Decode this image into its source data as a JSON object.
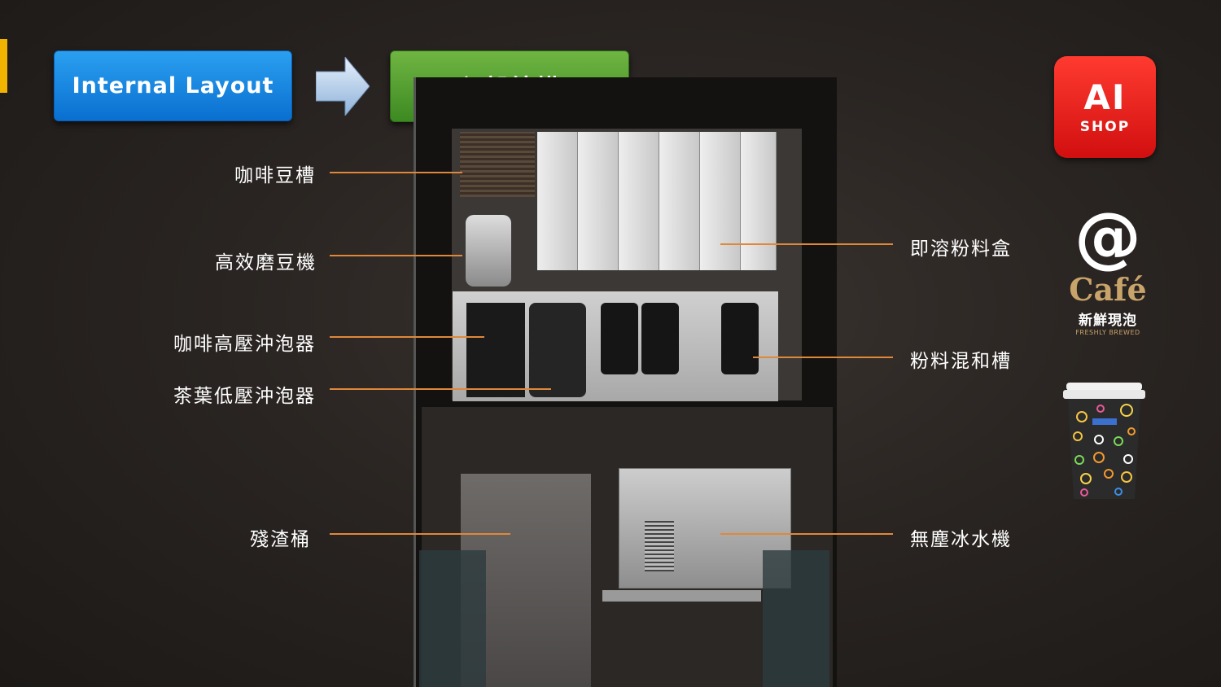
{
  "header": {
    "english_button": "Internal  Layout",
    "chinese_button": "內部結構"
  },
  "labels_left": [
    {
      "text": "咖啡豆槽"
    },
    {
      "text": "高效磨豆機"
    },
    {
      "text": "咖啡高壓沖泡器"
    },
    {
      "text": "茶葉低壓沖泡器"
    },
    {
      "text": "殘渣桶"
    }
  ],
  "labels_right": [
    {
      "text": "即溶粉料盒"
    },
    {
      "text": "粉料混和槽"
    },
    {
      "text": "無塵冰水機"
    }
  ],
  "logos": {
    "ai_shop": {
      "big": "AI",
      "small": "SHOP"
    },
    "cafe": {
      "at": "@",
      "word": "Café",
      "cn": "新鮮現泡",
      "en": "FRESHLY BREWED"
    }
  },
  "colors": {
    "accent_bar": "#f0b400",
    "leader_line": "#e0883a",
    "blue_button": "#0a6fd0",
    "green_button": "#3d8a22",
    "ai_shop_red": "#e01a1a"
  }
}
